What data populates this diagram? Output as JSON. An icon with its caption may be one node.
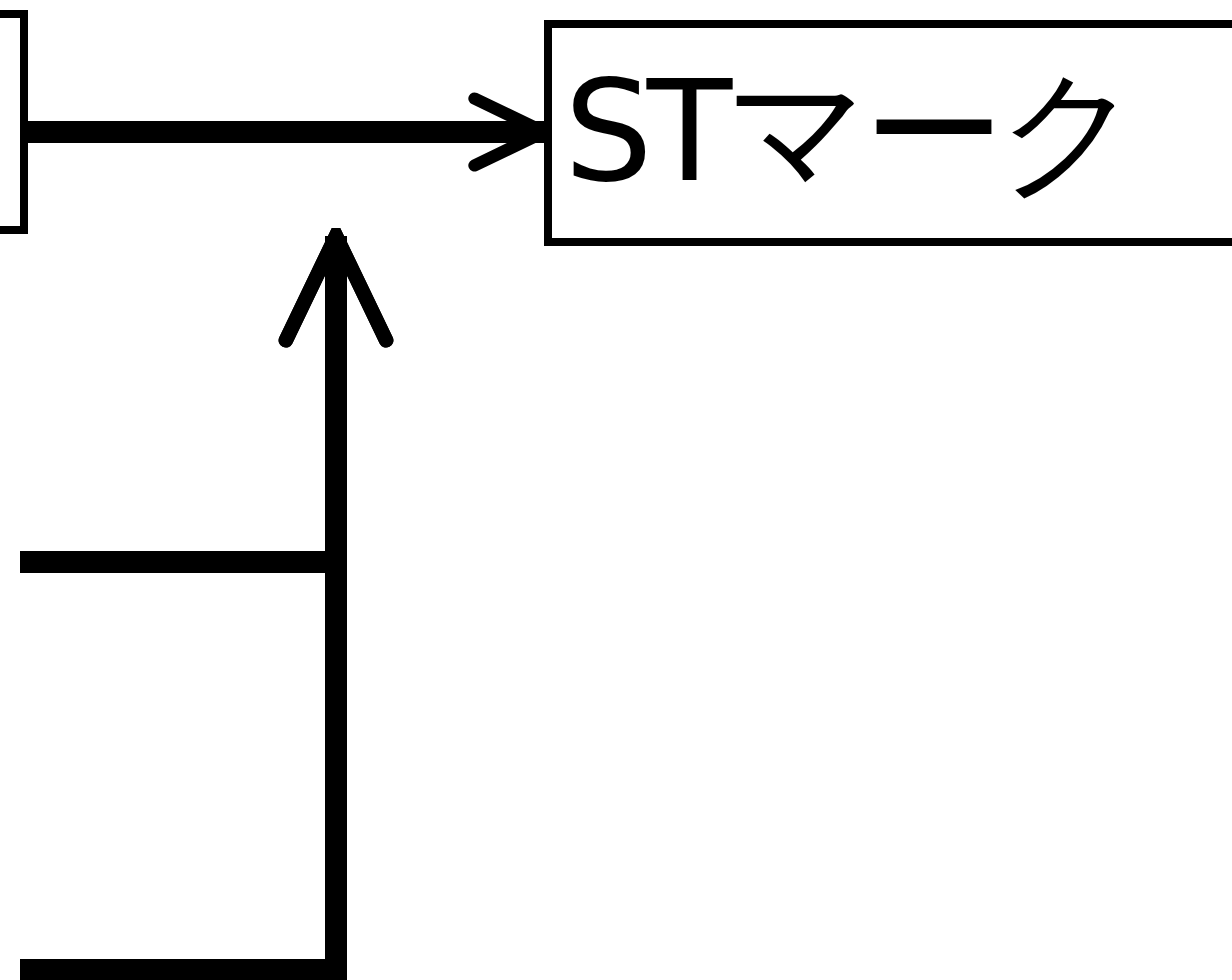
{
  "diagram": {
    "nodes": [
      {
        "text": [],
        "shape": "box"
      },
      {
        "text": [
          "STマーク"
        ]
      }
    ],
    "edges": [
      {
        "from": 0,
        "to": 1,
        "arrow": "to"
      },
      {
        "from": null,
        "to": 1,
        "arrow": "to"
      },
      {
        "from": null,
        "to": 1,
        "arrow": "to"
      }
    ]
  }
}
